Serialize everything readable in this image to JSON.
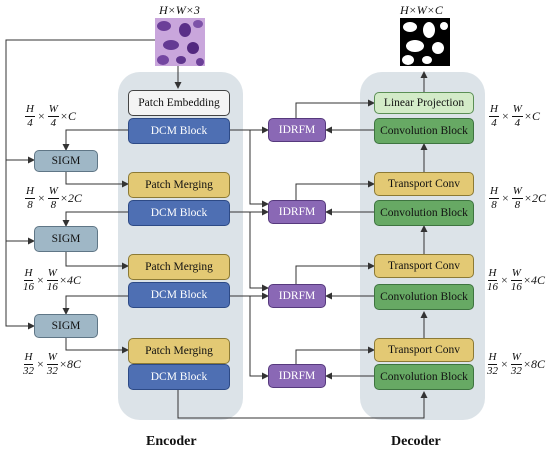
{
  "input_image": {
    "caption": "H×W×3"
  },
  "output_image": {
    "caption": "H×W×C"
  },
  "encoder": {
    "title": "Encoder",
    "patch_embedding": "Patch Embedding",
    "dcm_block": "DCM Block",
    "patch_merging": "Patch Merging"
  },
  "decoder": {
    "title": "Decoder",
    "linear_projection": "Linear Projection",
    "convolution_block": "Convolution Block",
    "transport_conv": "Transport Conv"
  },
  "modules": {
    "sigm": "SIGM",
    "idrfm": "IDRFM"
  },
  "dims": {
    "level1": {
      "num1": "H",
      "den1": "4",
      "num2": "W",
      "den2": "4",
      "tail": "×C"
    },
    "level2": {
      "num1": "H",
      "den1": "8",
      "num2": "W",
      "den2": "8",
      "tail": "×2C"
    },
    "level3": {
      "num1": "H",
      "den1": "16",
      "num2": "W",
      "den2": "16",
      "tail": "×4C"
    },
    "level4": {
      "num1": "H",
      "den1": "32",
      "num2": "W",
      "den2": "32",
      "tail": "×8C"
    }
  },
  "colors": {
    "dcm": "#4e6fb3",
    "merging": "#e3c974",
    "idrfm": "#8a68b5",
    "conv": "#67a964",
    "linear": "#d3ebc8",
    "sigm": "#9fb7c6",
    "panel": "#dce3e8"
  }
}
